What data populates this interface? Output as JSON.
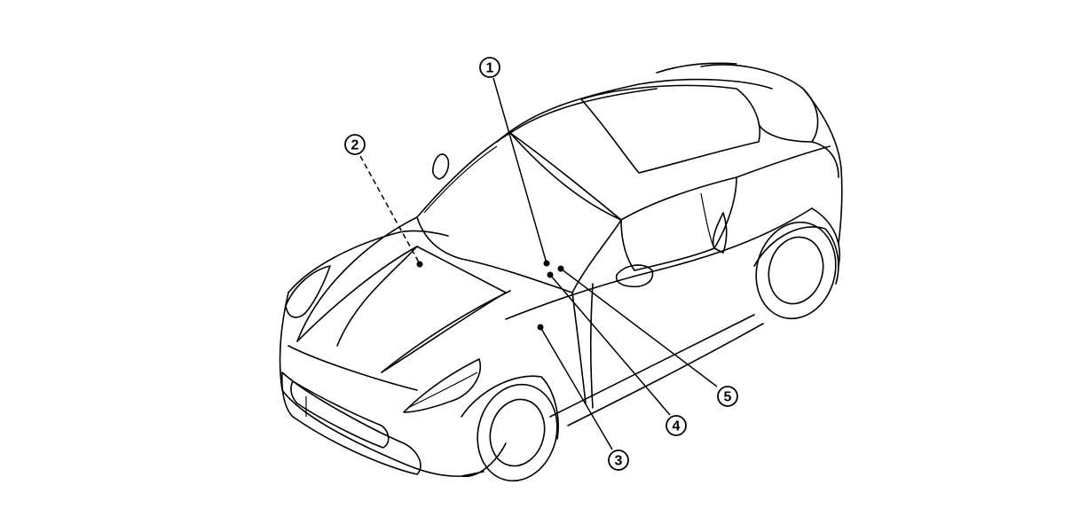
{
  "diagram": {
    "subject": "car-component-location",
    "callouts": [
      {
        "id": 1,
        "label": "1"
      },
      {
        "id": 2,
        "label": "2"
      },
      {
        "id": 3,
        "label": "3"
      },
      {
        "id": 4,
        "label": "4"
      },
      {
        "id": 5,
        "label": "5"
      }
    ]
  }
}
